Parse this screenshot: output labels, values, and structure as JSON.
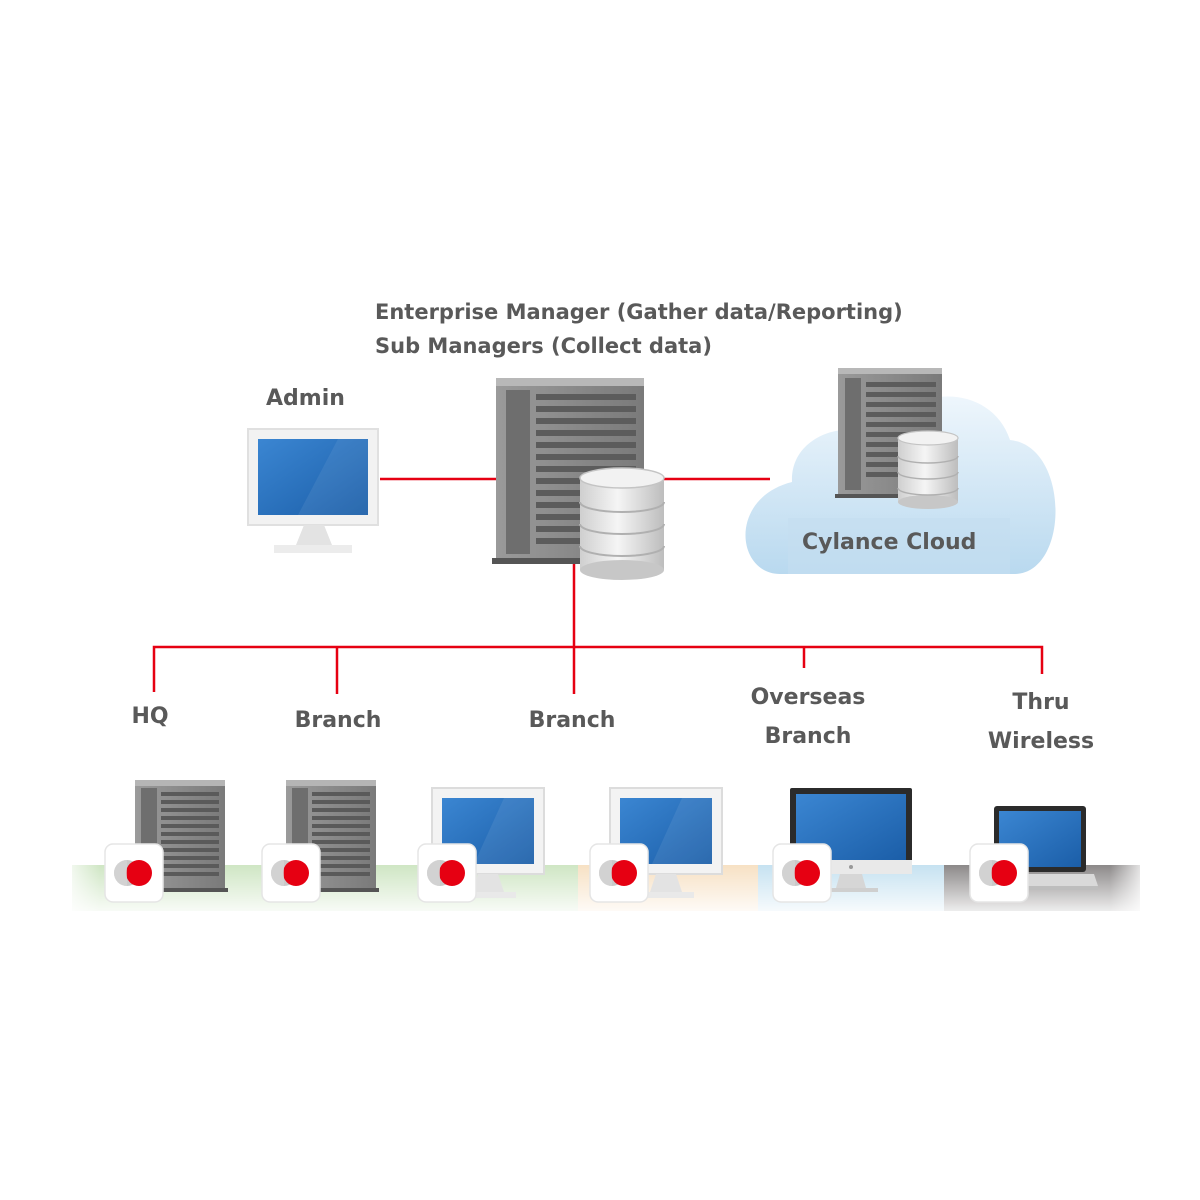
{
  "header": {
    "line1": "Enterprise Manager (Gather data/Reporting)",
    "line2": "Sub Managers (Collect data)"
  },
  "nodes": {
    "admin": "Admin",
    "cloud": "Cylance Cloud"
  },
  "branches": [
    {
      "line1": "HQ"
    },
    {
      "line1": "Branch"
    },
    {
      "line1": "Branch"
    },
    {
      "line1": "Overseas",
      "line2": "Branch"
    },
    {
      "line1": "Thru",
      "line2": "Wireless"
    }
  ],
  "colors": {
    "connector": "#e60012",
    "label": "#595959",
    "screen": "#1f67b4",
    "server": "#8a8a8a",
    "badge_red": "#e60012"
  }
}
